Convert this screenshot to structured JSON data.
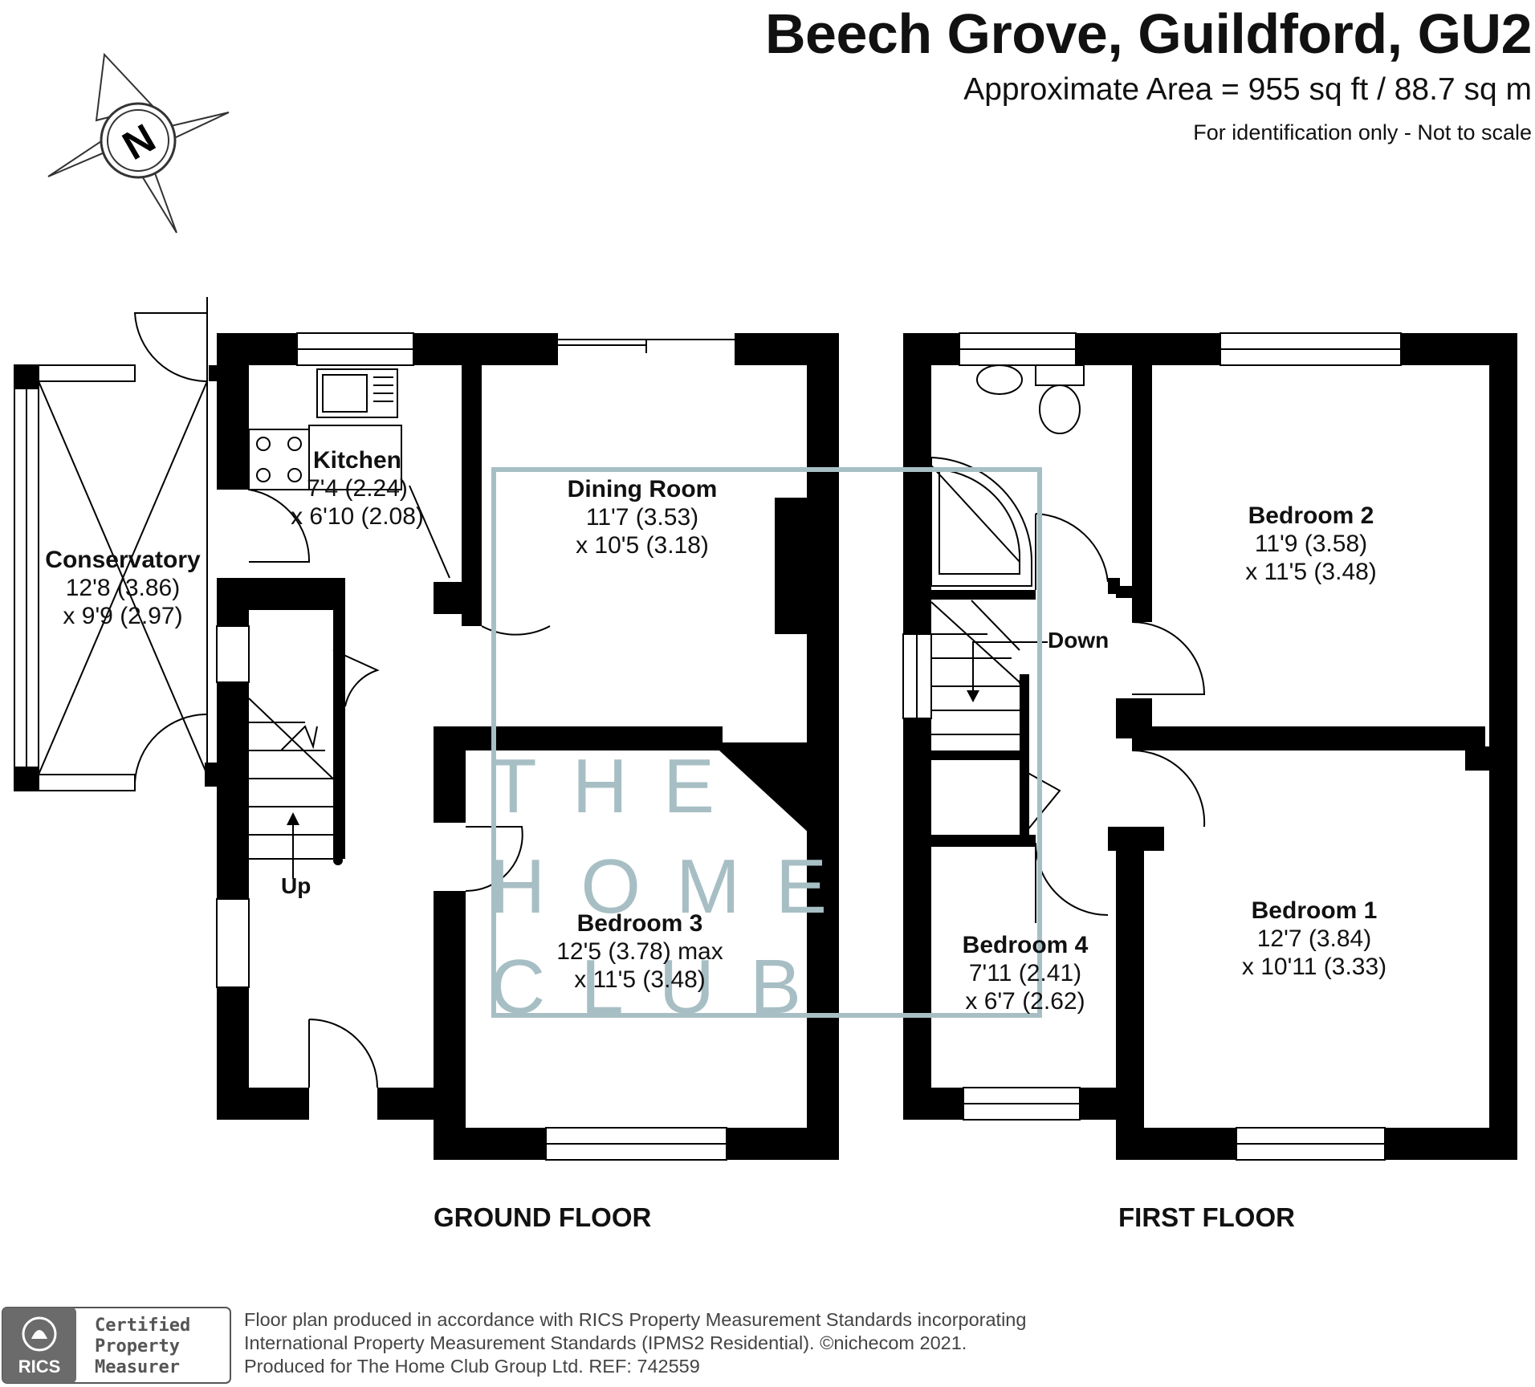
{
  "header": {
    "title": "Beech Grove, Guildford, GU2",
    "area": "Approximate Area = 955 sq ft / 88.7 sq m",
    "identification": "For identification only - Not to scale"
  },
  "compass": {
    "label": "N"
  },
  "watermark": {
    "line1": "THE",
    "line2": "HOME",
    "line3": "CLUB"
  },
  "floors": {
    "ground": {
      "label": "GROUND FLOOR",
      "rooms": [
        {
          "name": "Kitchen",
          "dim1": "7'4 (2.24)",
          "dim2": "x 6'10 (2.08)"
        },
        {
          "name": "Dining Room",
          "dim1": "11'7 (3.53)",
          "dim2": "x 10'5 (3.18)"
        },
        {
          "name": "Conservatory",
          "dim1": "12'8 (3.86)",
          "dim2": "x 9'9 (2.97)"
        },
        {
          "name": "Bedroom 3",
          "dim1": "12'5 (3.78) max",
          "dim2": "x 11'5 (3.48)"
        }
      ],
      "stairs_label": "Up"
    },
    "first": {
      "label": "FIRST FLOOR",
      "rooms": [
        {
          "name": "Bedroom 2",
          "dim1": "11'9 (3.58)",
          "dim2": "x 11'5 (3.48)"
        },
        {
          "name": "Bedroom 1",
          "dim1": "12'7 (3.84)",
          "dim2": "x 10'11 (3.33)"
        },
        {
          "name": "Bedroom 4",
          "dim1": "7'11 (2.41)",
          "dim2": "x 6'7 (2.62)"
        }
      ],
      "stairs_label": "Down"
    }
  },
  "footer": {
    "logo_text": "RICS",
    "badge_line1": "Certified",
    "badge_line2": "Property",
    "badge_line3": "Measurer",
    "line1": "Floor plan produced in accordance with RICS Property Measurement Standards incorporating",
    "line2": "International Property Measurement Standards (IPMS2 Residential).   ©nichecom 2021.",
    "line3": "Produced for The Home Club Group Ltd.   REF: 742559"
  }
}
